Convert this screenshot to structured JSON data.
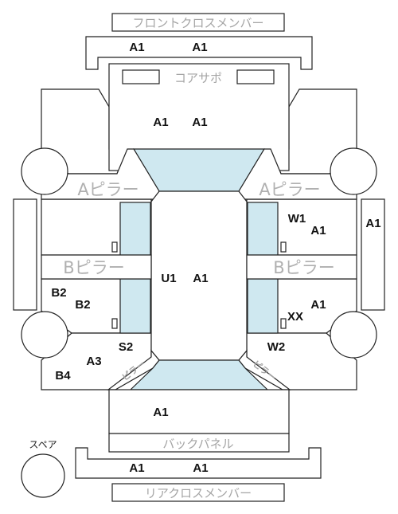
{
  "labels": {
    "front_cross_member": "フロントクロスメンバー",
    "core_support": "コアサポ",
    "a_pillar": "Aピラー",
    "b_pillar": "Bピラー",
    "back_panel": "バックパネル",
    "rear_cross_member": "リアクロスメンバー",
    "spare": "スペア",
    "c_pillar": "ピラー"
  },
  "grades": {
    "front_cross_left": "A1",
    "front_cross_right": "A1",
    "front_left": "A1",
    "front_right": "A1",
    "roof_left": "U1",
    "roof_right": "A1",
    "right_outer": "A1",
    "right_front_door_a": "W1",
    "right_front_door_b": "A1",
    "right_rear_door_a": "A1",
    "right_rear_door_b": "XX",
    "left_rear_door_a": "B2",
    "left_rear_door_b": "B2",
    "left_quarter": "A3",
    "left_quarter_b": "B4",
    "left_quarter_code": "S2",
    "right_quarter_code": "W2",
    "trunk": "A1",
    "rear_cross_left": "A1",
    "rear_cross_right": "A1"
  }
}
